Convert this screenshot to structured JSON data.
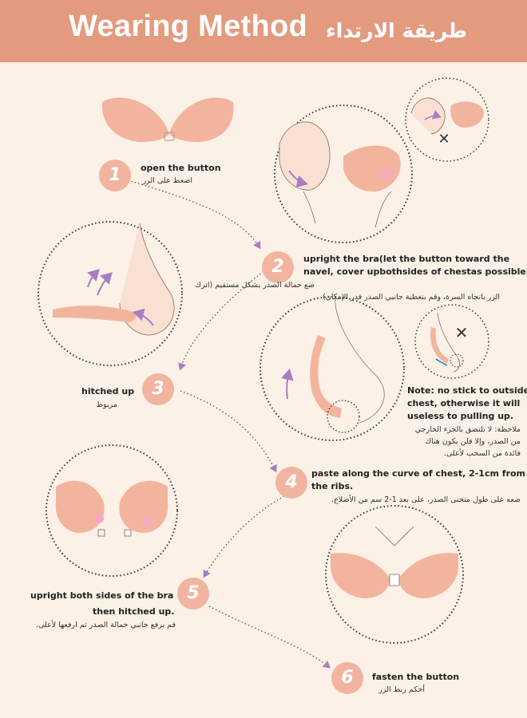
{
  "header": {
    "title": "Wearing Method",
    "title_ar": "طريقة الارتداء"
  },
  "steps": [
    {
      "number": "1",
      "en": [
        "open the button"
      ],
      "ar": [
        "اضغط على الزر"
      ]
    },
    {
      "number": "2",
      "en": [
        "upright the bra(let the button toward the",
        "navel, cover upbothsides of chestas possible)"
      ],
      "ar": [
        "ضع حمالة الصدر بشكل مستقيم (اترك",
        "الزر باتجاه السرة، وقم بتغطية جانبي الصدر قدر الإمكان)"
      ]
    },
    {
      "number": "3",
      "en": [
        "hitched up"
      ],
      "ar": [
        "مربوط"
      ]
    },
    {
      "number": "4",
      "en": [
        "paste along the curve of chest, 2-1cm from",
        "the ribs."
      ],
      "ar": [
        "ضعه على طول منحنى الصدر، على بعد 1-2 سم من الأضلاع."
      ]
    },
    {
      "number": "5",
      "en": [
        "upright both sides of the bra",
        "then hitched up."
      ],
      "ar": [
        "قم برفع جانبي حمالة الصدر ثم ارفعها لأعلى."
      ]
    },
    {
      "number": "6",
      "en": [
        "fasten the button"
      ],
      "ar": [
        "أحكم ربط الزر"
      ]
    }
  ],
  "note": {
    "en": [
      "Note: no stick to outside of",
      "chest, otherwise it will",
      "useless to pulling up."
    ],
    "ar": [
      "ملاحظة: لا تلتصق بالجزء الخارجي",
      "من الصدر، وإلا فلن يكون هناك",
      "فائدة من السحب لأعلى."
    ]
  },
  "marks": {
    "wrong": "✕"
  },
  "colors": {
    "header": "#e39a7e",
    "background": "#fbf1e6",
    "cup": "#f3b49e",
    "step_circle": "#f2b4a0",
    "arrow": "#a77dc5"
  }
}
